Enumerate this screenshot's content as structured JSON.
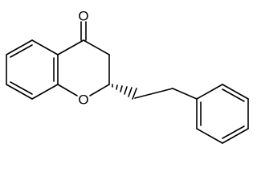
{
  "molecule": {
    "atoms": {
      "carbonyl_oxygen": "O",
      "ring_oxygen": "O"
    },
    "stereo_bond": "hashed-wedge"
  },
  "colors": {
    "bond": "#000000",
    "background": "#ffffff"
  }
}
